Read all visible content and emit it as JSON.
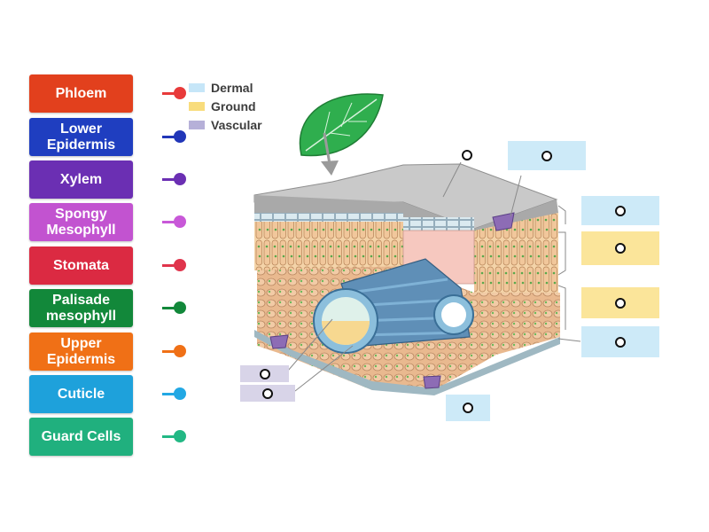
{
  "labels": [
    {
      "text": "Phloem",
      "color": "#e2401d",
      "dot": "#e83a3a"
    },
    {
      "text": "Lower Epidermis",
      "color": "#1f3ec0",
      "dot": "#2136b8"
    },
    {
      "text": "Xylem",
      "color": "#6b2fb3",
      "dot": "#6b2fb3"
    },
    {
      "text": "Spongy Mesophyll",
      "color": "#c253d0",
      "dot": "#c858d8"
    },
    {
      "text": "Stomata",
      "color": "#db2a42",
      "dot": "#e0344c"
    },
    {
      "text": "Palisade mesophyll",
      "color": "#12883a",
      "dot": "#12883a"
    },
    {
      "text": "Upper Epidermis",
      "color": "#f07016",
      "dot": "#f07016"
    },
    {
      "text": "Cuticle",
      "color": "#1ea1db",
      "dot": "#22a8e4"
    },
    {
      "text": "Guard Cells",
      "color": "#20b07e",
      "dot": "#22b884"
    }
  ],
  "legend": [
    {
      "text": "Dermal",
      "color": "#c6e6f8"
    },
    {
      "text": "Ground",
      "color": "#f8dc7c"
    },
    {
      "text": "Vascular",
      "color": "#b6b0d8"
    }
  ]
}
